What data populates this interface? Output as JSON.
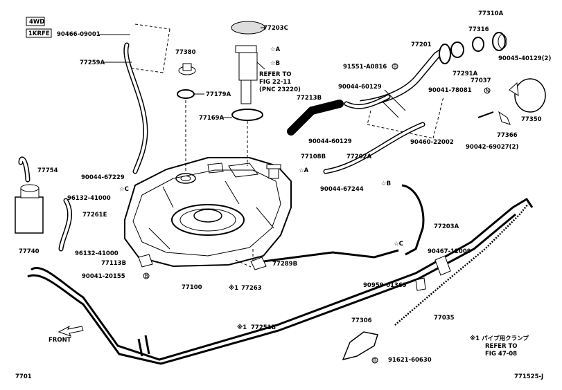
{
  "badges": {
    "drive": "4WD",
    "engine": "1KRFE"
  },
  "part_labels": {
    "p90466": "90466-09001",
    "p77259A": "77259A",
    "p77380": "77380",
    "p77203C": "77203C",
    "p77179A": "77179A",
    "p77169A": "77169A",
    "p77310A": "77310A",
    "p77316": "77316",
    "p77201": "77201",
    "p91551": "91551-A0816",
    "p90044_60129a": "90044-60129",
    "p77213B": "77213B",
    "p90044_60129b": "90044-60129",
    "p77108B": "77108B",
    "p77202A": "77202A",
    "p90044_67244": "90044-67244",
    "p90460": "90460-22002",
    "p77291A": "77291A",
    "p90045": "90045-40129(2)",
    "p77037": "77037",
    "p90041_78081": "90041-78081",
    "p77350": "77350",
    "p77366": "77366",
    "p90042": "90042-69027(2)",
    "p77754": "77754",
    "p90044_67229": "90044-67229",
    "p96132a": "96132-41000",
    "p77261E": "77261E",
    "p77740": "77740",
    "p96132b": "96132-41000",
    "p77113B": "77113B",
    "p90041_20155": "90041-20155",
    "p77100": "77100",
    "p77263": "77263",
    "p77251B": "77251B",
    "p77289B": "77289B",
    "p77203A": "77203A",
    "p90467": "90467-12009",
    "p90959": "90959-01369",
    "p77035": "77035",
    "p77306": "77306",
    "p91621": "91621-60630"
  },
  "callouts": {
    "a": "☆A",
    "b": "☆B",
    "c": "☆C"
  },
  "notes": {
    "refer_to_1": "REFER TO",
    "fig_22": "FIG 22-11",
    "pnc": "(PNC 23220)",
    "pipe_clamp": "※1 パイプ用クランプ",
    "refer_to_2": "REFER TO",
    "fig_47": "FIG 47-08",
    "mark1": "※1",
    "mark1b": "※1",
    "front": "FRONT"
  },
  "footer": {
    "left": "7701",
    "right": "771525-J"
  },
  "circle_marks": {
    "b1": "B",
    "b2": "B",
    "b3": "B",
    "n": "N"
  }
}
